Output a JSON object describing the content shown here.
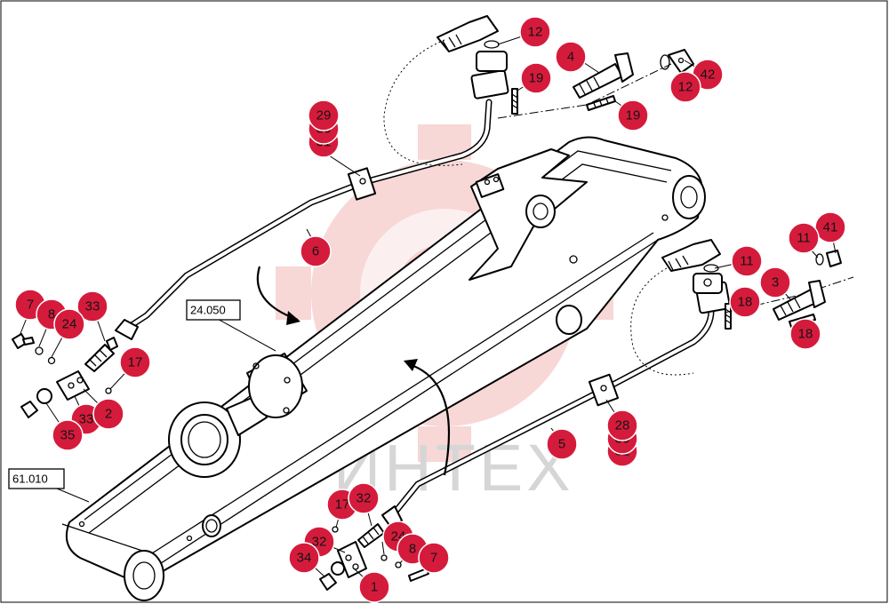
{
  "watermark": {
    "text": "ИНТЕХ"
  },
  "references": [
    {
      "id": "ref-24050",
      "label": "24.050"
    },
    {
      "id": "ref-61010",
      "label": "61.010"
    }
  ],
  "callouts": [
    {
      "id": "c12a",
      "number": "12"
    },
    {
      "id": "c4",
      "number": "4"
    },
    {
      "id": "c42",
      "number": "42"
    },
    {
      "id": "c12b",
      "number": "12"
    },
    {
      "id": "c19a",
      "number": "19"
    },
    {
      "id": "c19b",
      "number": "19"
    },
    {
      "id": "c31a",
      "number": "31"
    },
    {
      "id": "c30a",
      "number": "30"
    },
    {
      "id": "c29",
      "number": "29"
    },
    {
      "id": "c6",
      "number": "6"
    },
    {
      "id": "c11a",
      "number": "11"
    },
    {
      "id": "c41",
      "number": "41"
    },
    {
      "id": "c11b",
      "number": "11"
    },
    {
      "id": "c3",
      "number": "3"
    },
    {
      "id": "c18a",
      "number": "18"
    },
    {
      "id": "c18b",
      "number": "18"
    },
    {
      "id": "c7a",
      "number": "7"
    },
    {
      "id": "c8a",
      "number": "8"
    },
    {
      "id": "c33a",
      "number": "33"
    },
    {
      "id": "c24a",
      "number": "24"
    },
    {
      "id": "c17a",
      "number": "17"
    },
    {
      "id": "c33b",
      "number": "33"
    },
    {
      "id": "c2",
      "number": "2"
    },
    {
      "id": "c35",
      "number": "35"
    },
    {
      "id": "c5",
      "number": "5"
    },
    {
      "id": "c31b",
      "number": "31"
    },
    {
      "id": "c30b",
      "number": "30"
    },
    {
      "id": "c28",
      "number": "28"
    },
    {
      "id": "c17b",
      "number": "17"
    },
    {
      "id": "c32a",
      "number": "32"
    },
    {
      "id": "c32b",
      "number": "32"
    },
    {
      "id": "c34",
      "number": "34"
    },
    {
      "id": "c24b",
      "number": "24"
    },
    {
      "id": "c8b",
      "number": "8"
    },
    {
      "id": "c7b",
      "number": "7"
    },
    {
      "id": "c1",
      "number": "1"
    }
  ]
}
